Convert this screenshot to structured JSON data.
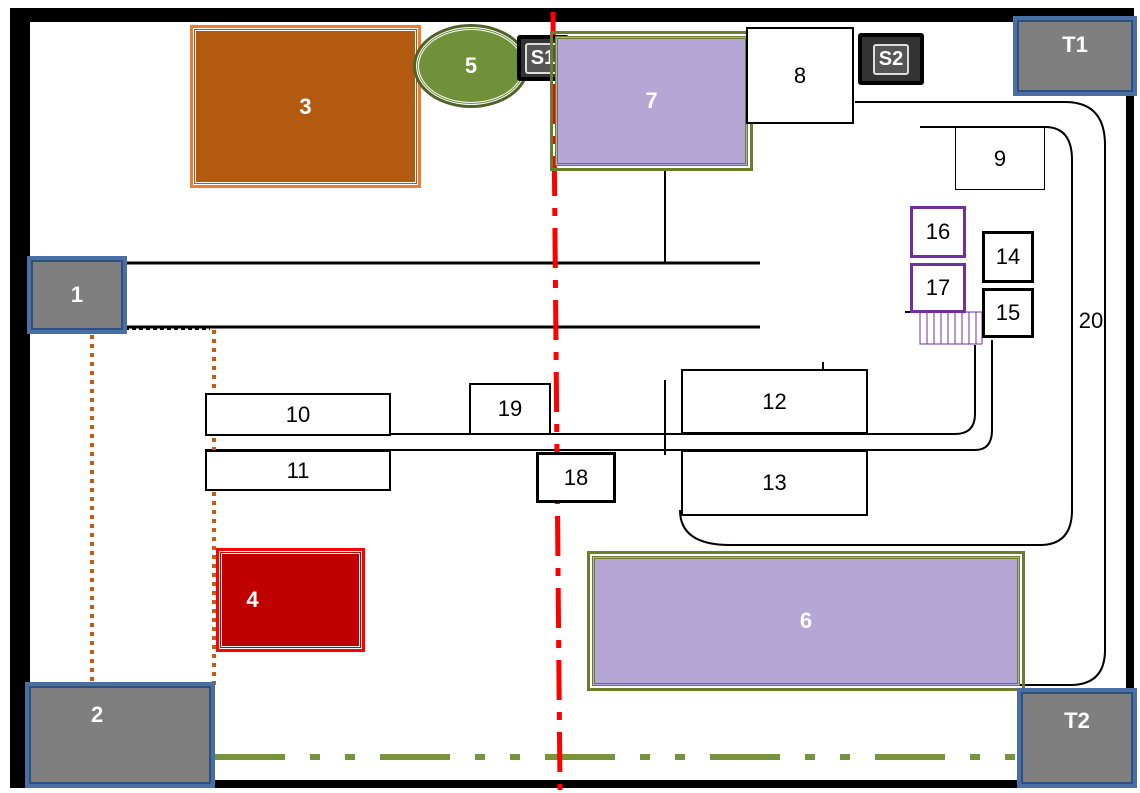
{
  "labels": {
    "b1": "1",
    "b2": "2",
    "b3": "3",
    "b4": "4",
    "b5": "5",
    "b6": "6",
    "b7": "7",
    "b8": "8",
    "b9": "9",
    "b10": "10",
    "b11": "11",
    "b12": "12",
    "b13": "13",
    "b14": "14",
    "b15": "15",
    "b16": "16",
    "b17": "17",
    "b18": "18",
    "b19": "19",
    "b20": "20",
    "s1": "S1",
    "s2": "S2",
    "t1": "T1",
    "t2": "T2"
  },
  "colors": {
    "orange": "#b15a10",
    "orange_border": "#ed7d31",
    "red": "#c00000",
    "red_border": "#ff0000",
    "green": "#70913a",
    "purple": "#b4a7d6",
    "steel": "#7f7f7f",
    "steel_border": "#4a6fa5",
    "dashdot_red": "#ff0000",
    "dashdot_green": "#77933c",
    "dotted_brown": "#c55a11"
  }
}
